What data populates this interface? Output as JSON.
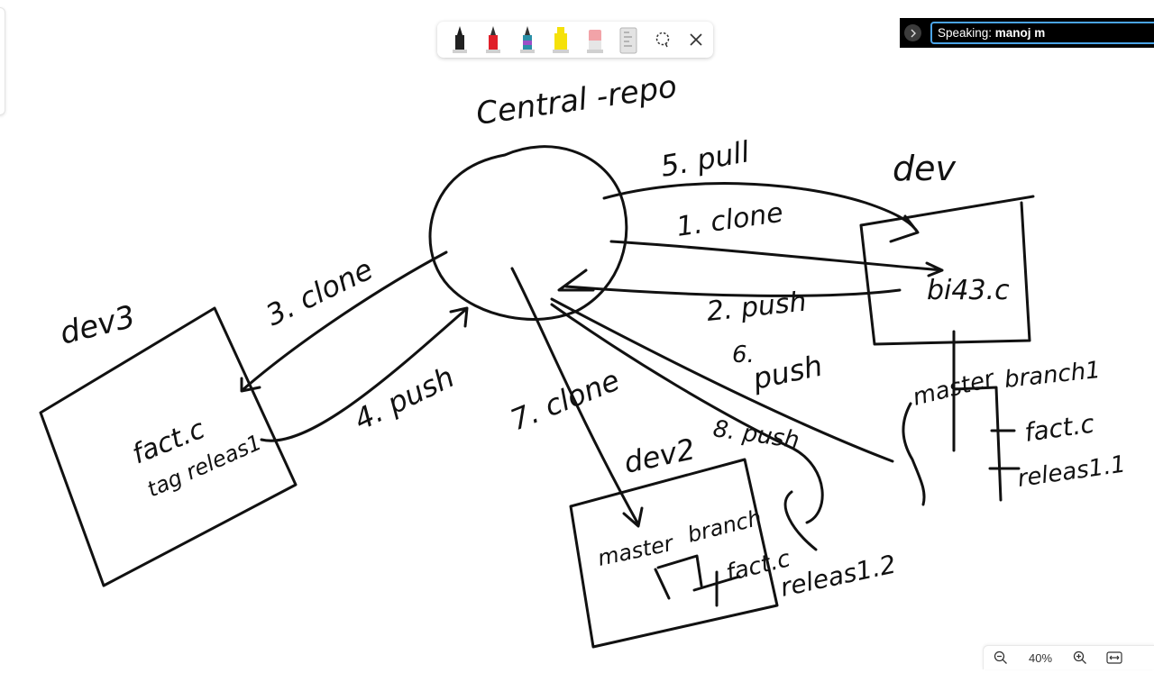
{
  "toolbar": {
    "tools": [
      {
        "name": "black-pen",
        "color": "#1a1a1a"
      },
      {
        "name": "red-pen",
        "color": "#e0202a"
      },
      {
        "name": "galaxy-pen",
        "color": "#2a8fa8"
      },
      {
        "name": "highlighter",
        "color": "#f5e10a"
      },
      {
        "name": "eraser",
        "color": "#f2a3a8"
      },
      {
        "name": "ruler",
        "color": "#c9c9c9"
      },
      {
        "name": "lasso-select-icon"
      },
      {
        "name": "close-icon"
      }
    ]
  },
  "caption": {
    "prefix": "Speaking: ",
    "speaker": "manoj m"
  },
  "zoom": {
    "level": "40%"
  },
  "whiteboard": {
    "central_label": "Central -repo",
    "dev": {
      "title": "dev",
      "file": "bi43.c"
    },
    "dev3": {
      "title": "dev3",
      "file": "fact.c",
      "tag": "tag releas1"
    },
    "dev2": {
      "title": "dev2",
      "master": "master",
      "branch": "branch",
      "file": "fact.c"
    },
    "arrows": {
      "pull5": "5. pull",
      "clone1": "1. clone",
      "push2": "2. push",
      "clone3": "3. clone",
      "push4": "4. push",
      "push6": "6. push",
      "clone7": "7. clone",
      "push8": "8. push"
    },
    "branches_right": {
      "master": "master",
      "branch": "branch1",
      "file": "fact.c",
      "release": "releas1.1"
    },
    "release_dev2": "releas1.2"
  }
}
